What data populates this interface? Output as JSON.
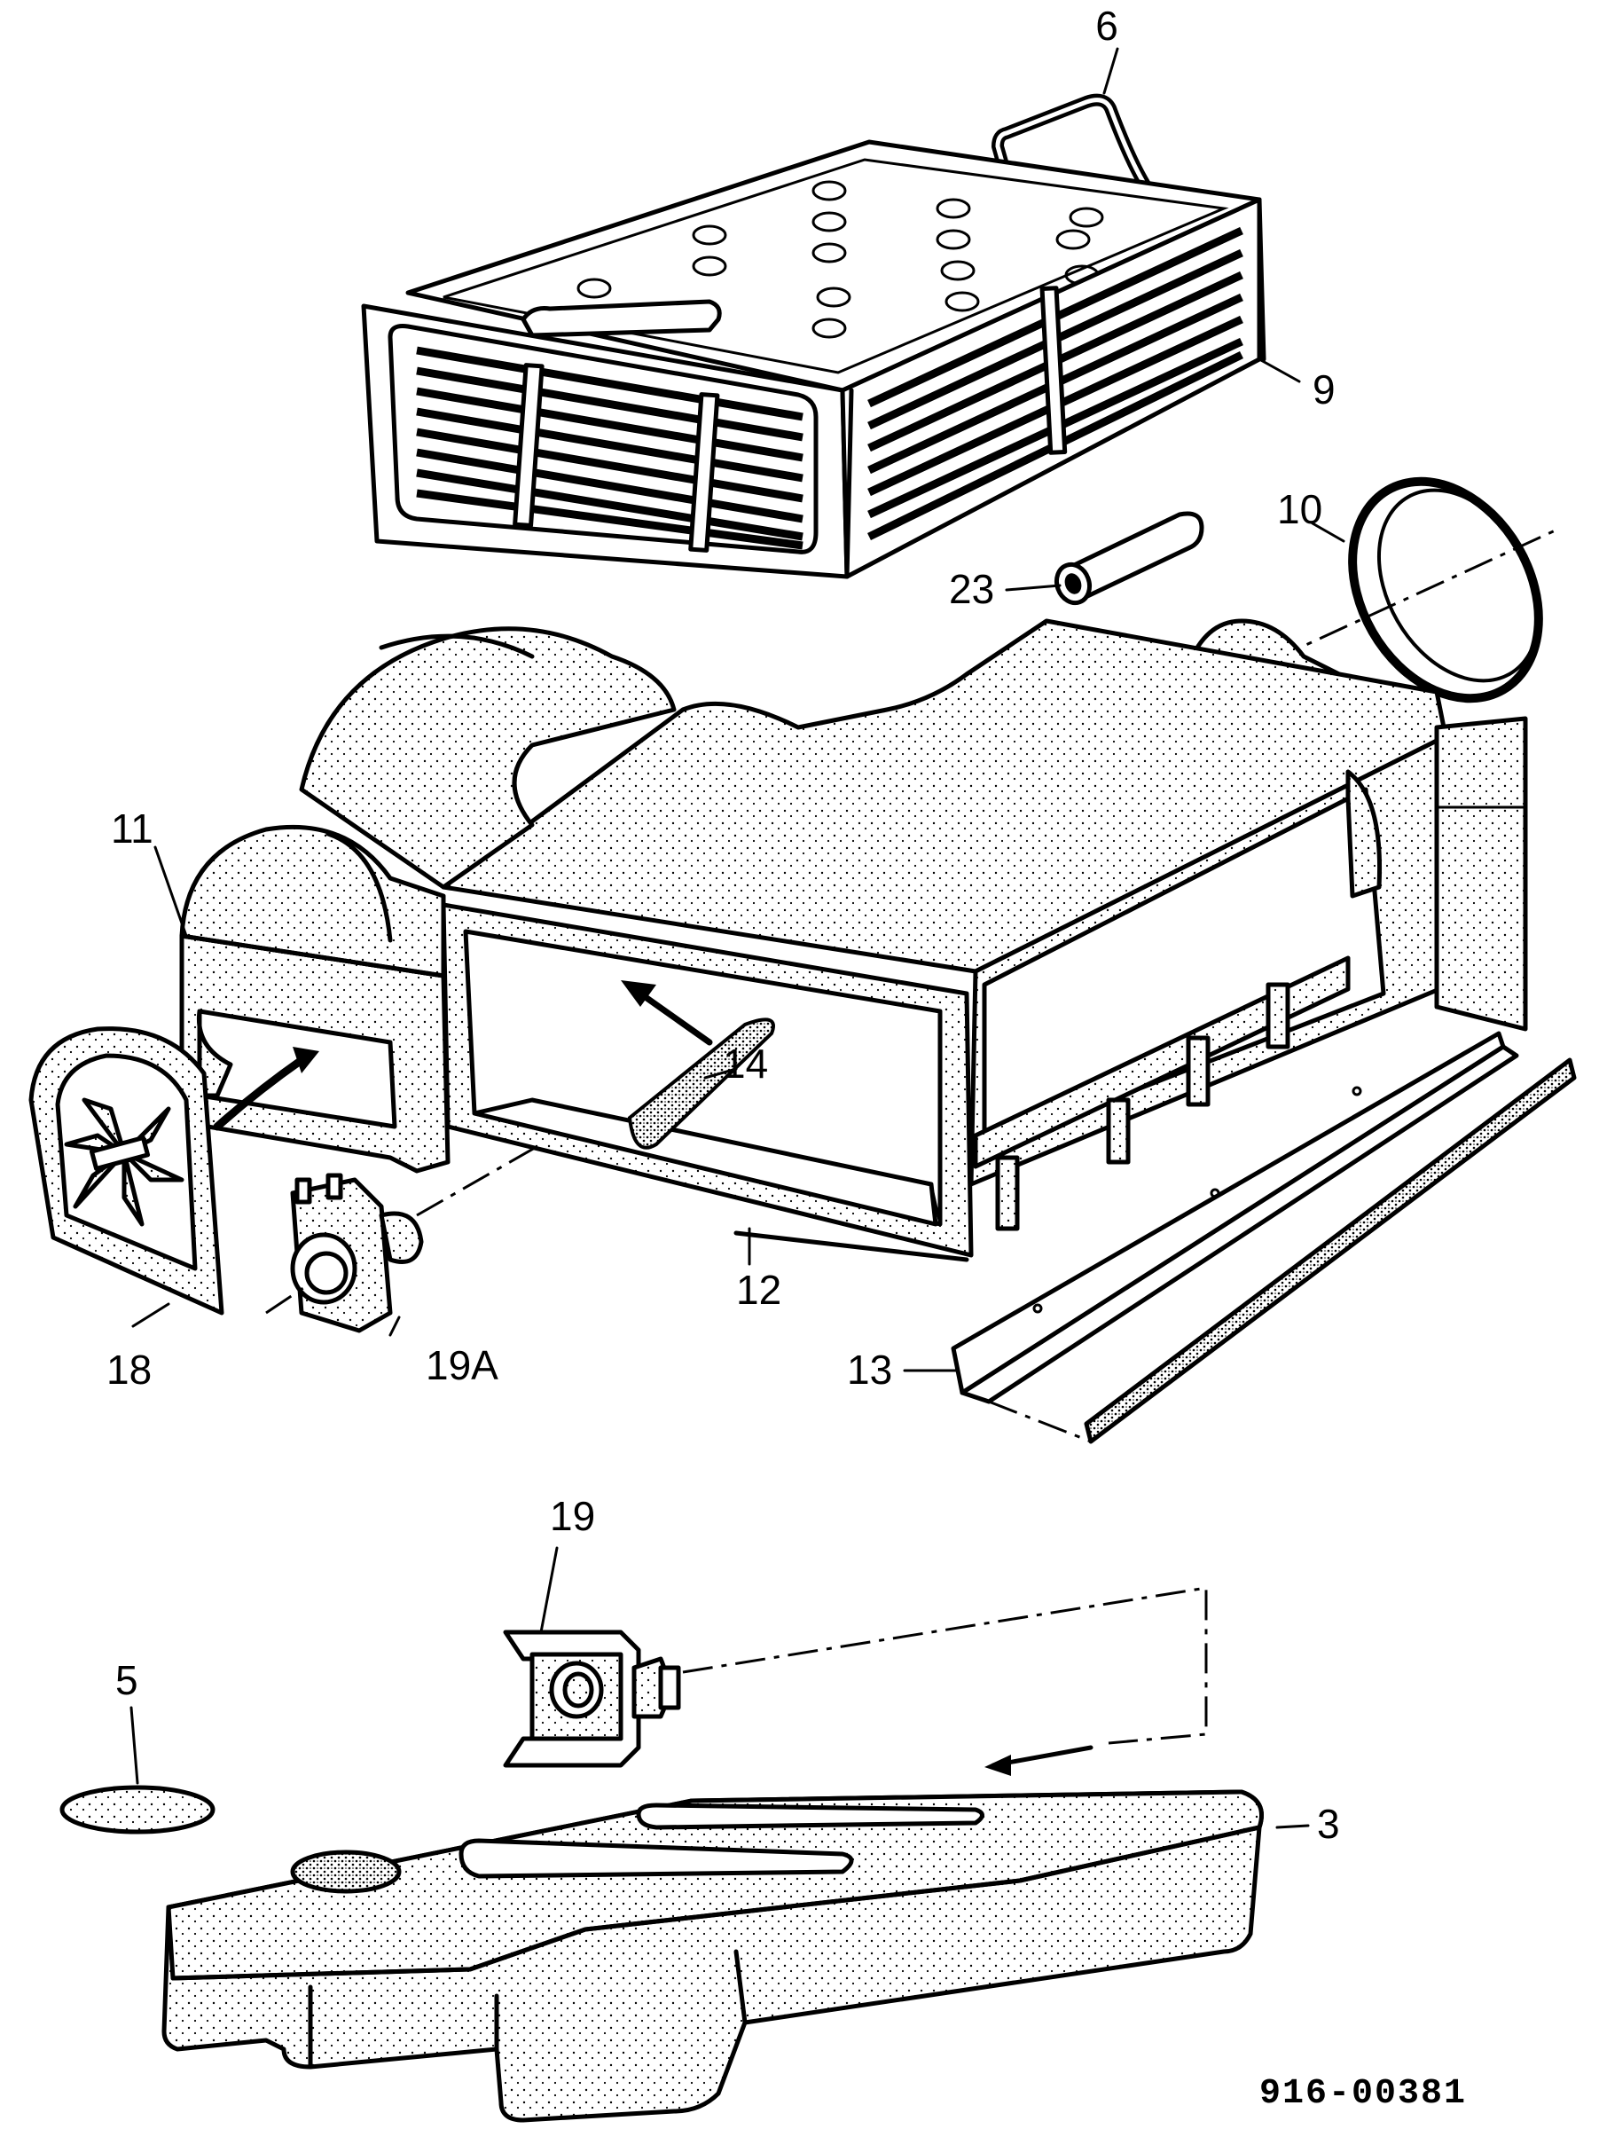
{
  "labels": {
    "l6": "6",
    "l9": "9",
    "l10": "10",
    "l23": "23",
    "l11": "11",
    "l14": "14",
    "l12": "12",
    "l13": "13",
    "l18": "18",
    "l19a": "19A",
    "l19": "19",
    "l5": "5",
    "l3": "3"
  },
  "diagram_code": "916-00381"
}
